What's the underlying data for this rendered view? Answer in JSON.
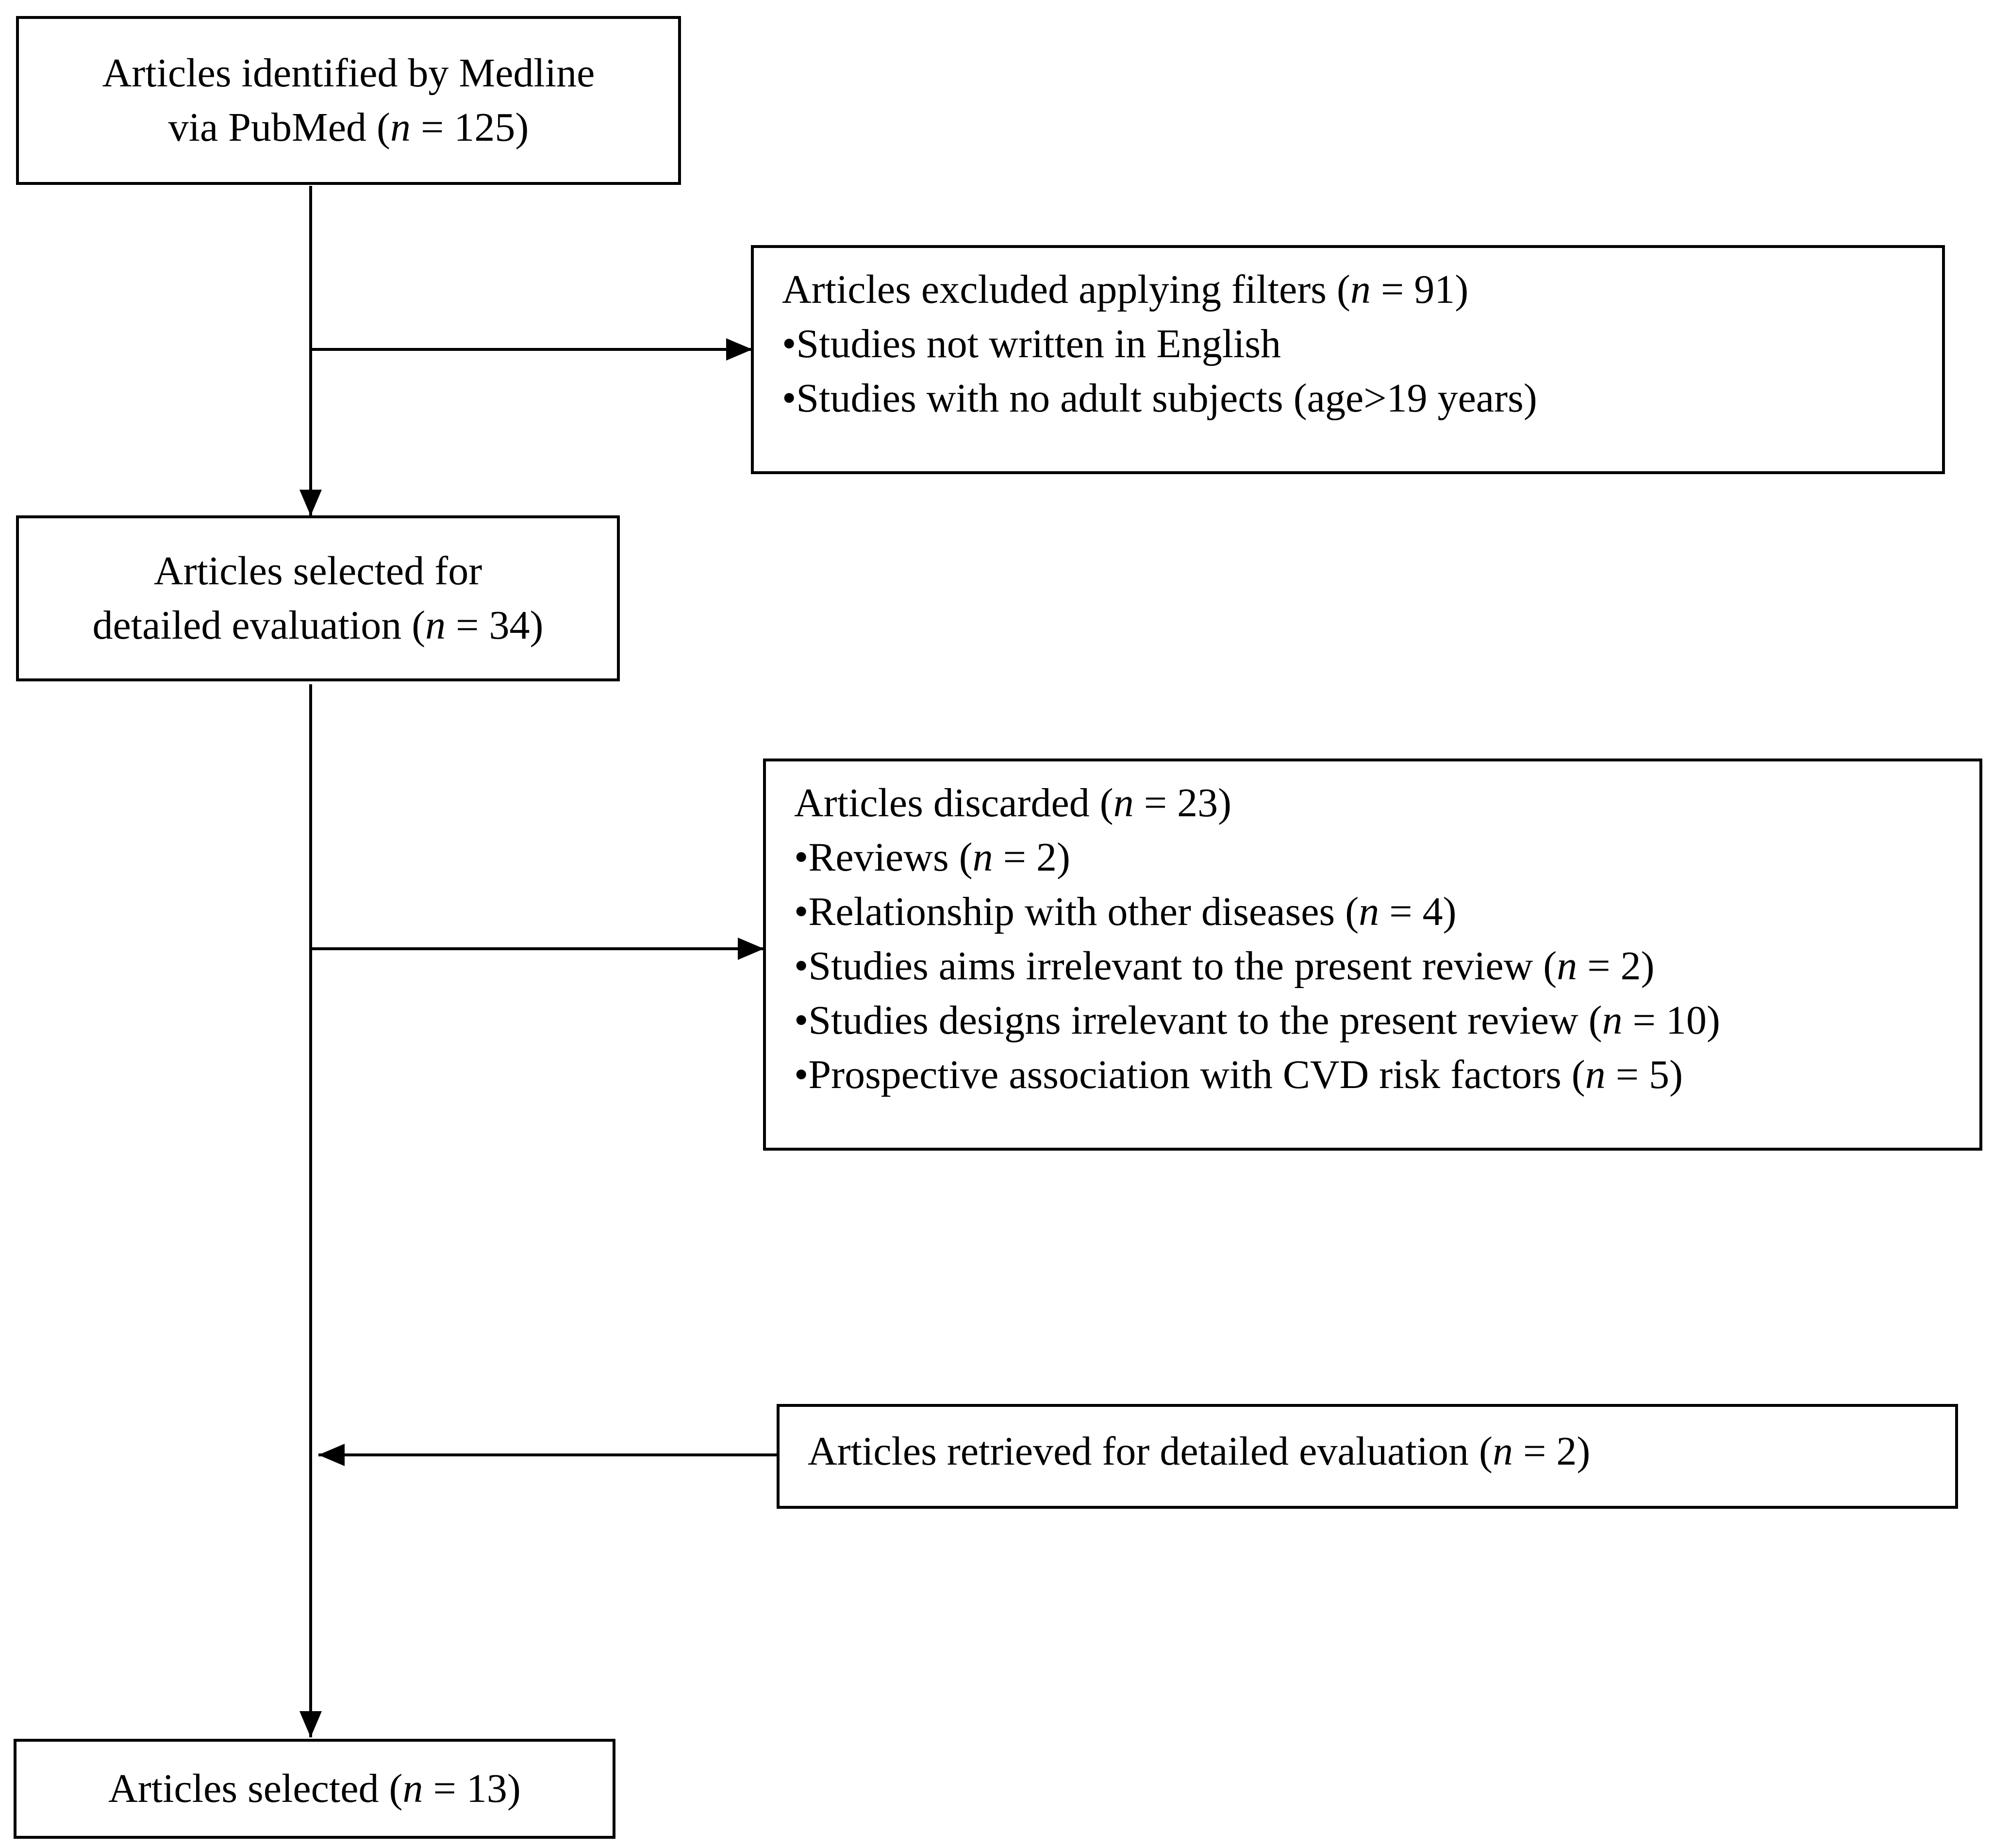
{
  "diagram": {
    "box_identified": {
      "lines": [
        {
          "text": "Articles identified by Medline"
        },
        {
          "pre": "via PubMed (",
          "n": "n",
          "post": " = 125)"
        }
      ]
    },
    "box_excluded": {
      "lines": [
        {
          "pre": "Articles excluded applying filters (",
          "n": "n",
          "post": " = 91)"
        },
        {
          "text": "•Studies not written in English"
        },
        {
          "text": "•Studies with no adult subjects (age>19 years)"
        }
      ]
    },
    "box_selected_detailed": {
      "lines": [
        {
          "text": "Articles selected for"
        },
        {
          "pre": "detailed evaluation (",
          "n": "n",
          "post": " = 34)"
        }
      ]
    },
    "box_discarded": {
      "lines": [
        {
          "pre": "Articles discarded (",
          "n": "n",
          "post": " = 23)"
        },
        {
          "pre": "•Reviews (",
          "n": "n",
          "post": " = 2)"
        },
        {
          "pre": "•Relationship with other diseases (",
          "n": "n",
          "post": " = 4)"
        },
        {
          "pre": "•Studies aims irrelevant to the present review (",
          "n": "n",
          "post": " = 2)"
        },
        {
          "pre": "•Studies designs irrelevant to the present review (",
          "n": "n",
          "post": " = 10)"
        },
        {
          "pre": "•Prospective association with CVD risk factors (",
          "n": "n",
          "post": " = 5)"
        }
      ]
    },
    "box_retrieved": {
      "lines": [
        {
          "pre": "Articles retrieved for detailed evaluation (",
          "n": "n",
          "post": " = 2)"
        }
      ]
    },
    "box_selected_final": {
      "lines": [
        {
          "pre": "Articles selected (",
          "n": "n",
          "post": " = 13)"
        }
      ]
    },
    "colors": {
      "stroke": "#000000",
      "background": "#ffffff"
    }
  }
}
